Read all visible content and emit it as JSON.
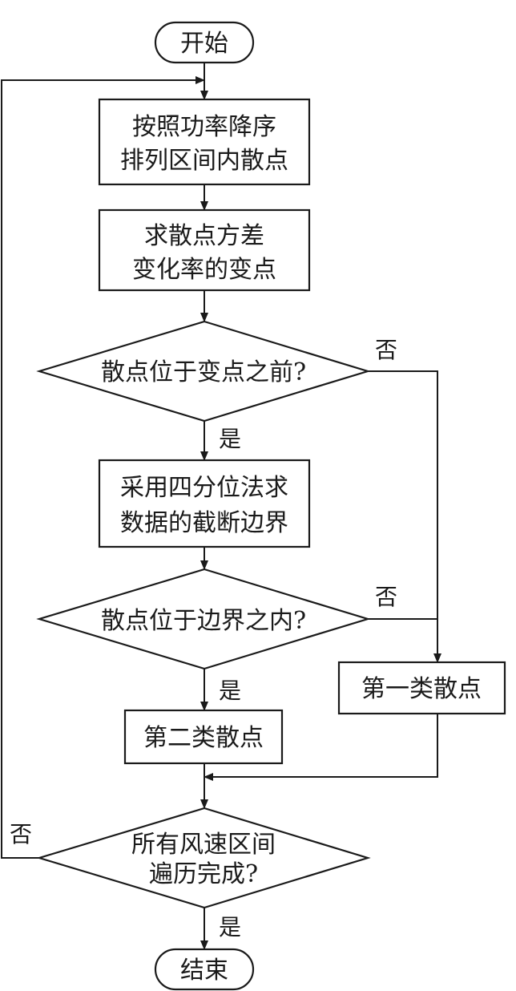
{
  "nodes": {
    "start": "开始",
    "sort": [
      "按照功率降序",
      "排列区间内散点"
    ],
    "variance": [
      "求散点方差",
      "变化率的变点"
    ],
    "before_change": "散点位于变点之前?",
    "quartile": [
      "采用四分位法求",
      "数据的截断边界"
    ],
    "within_bound": "散点位于边界之内?",
    "class_one": "第一类散点",
    "class_two": "第二类散点",
    "all_done": [
      "所有风速区间",
      "遍历完成?"
    ],
    "end": "结束"
  },
  "edge_labels": {
    "before_no": "否",
    "before_yes": "是",
    "within_no": "否",
    "within_yes": "是",
    "done_no": "否",
    "done_yes": "是"
  }
}
